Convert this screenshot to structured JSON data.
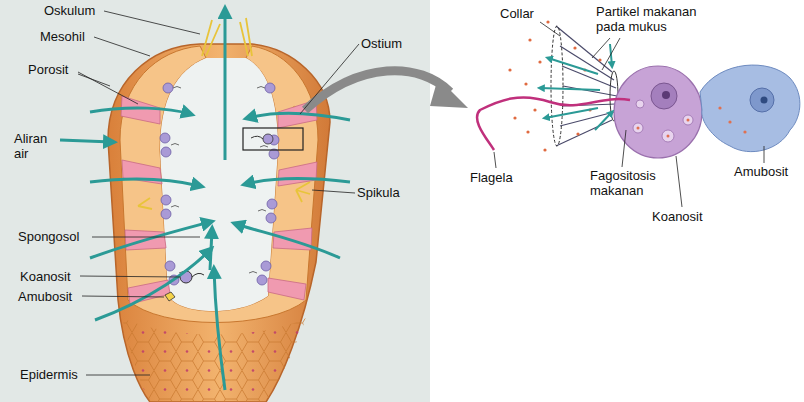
{
  "diagram": {
    "labels": [
      "Oskulum",
      "Mesohil",
      "Porosit",
      "Aliran air",
      "Ostium",
      "Spikula",
      "Spongosol",
      "Koanosit",
      "Amubosit",
      "Epidermis",
      "Collar",
      "Partikel makanan pada mukus",
      "Flagela",
      "Fagositosis makanan",
      "Koanosit",
      "Amubosit"
    ]
  }
}
